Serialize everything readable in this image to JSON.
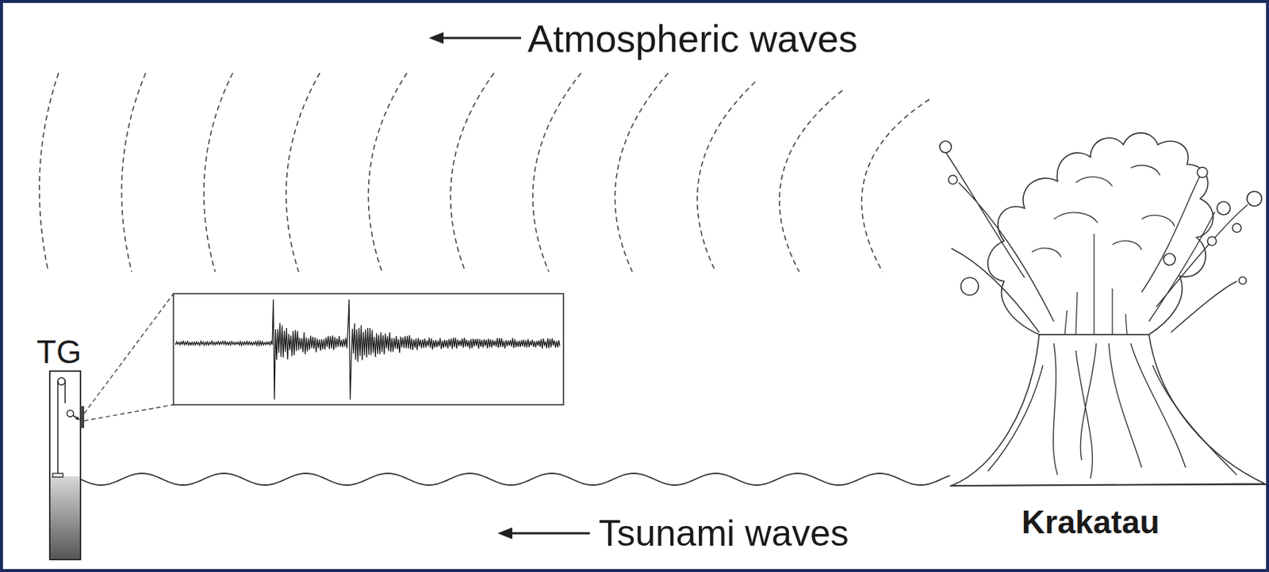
{
  "diagram": {
    "labels": [
      "Atmospheric waves",
      "Tsunami waves",
      "Krakatau",
      "TG"
    ]
  }
}
